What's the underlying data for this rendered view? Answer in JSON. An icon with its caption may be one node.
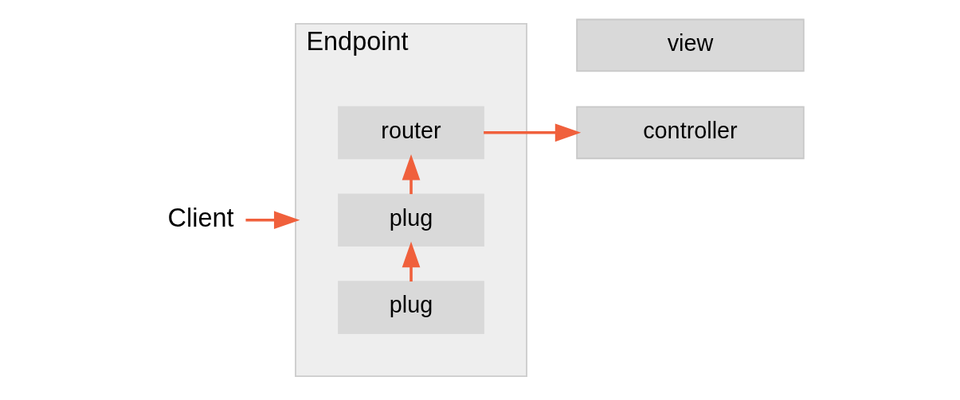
{
  "diagram": {
    "nodes": [
      {
        "text": [
          "Client"
        ]
      },
      {
        "text": [
          "Endpoint"
        ]
      },
      {
        "text": [
          "plug"
        ],
        "in": 1
      },
      {
        "text": [
          "plug"
        ],
        "in": 1
      },
      {
        "text": [
          "router"
        ],
        "in": 1
      },
      {
        "text": [
          "view"
        ]
      },
      {
        "text": [
          "controller"
        ]
      }
    ],
    "edges": [
      {
        "from": 0,
        "to": 1,
        "arrow": "to"
      },
      {
        "from": 2,
        "to": 3,
        "arrow": "to"
      },
      {
        "from": 3,
        "to": 4,
        "arrow": "to"
      },
      {
        "from": 4,
        "to": 6,
        "arrow": "to"
      }
    ]
  }
}
